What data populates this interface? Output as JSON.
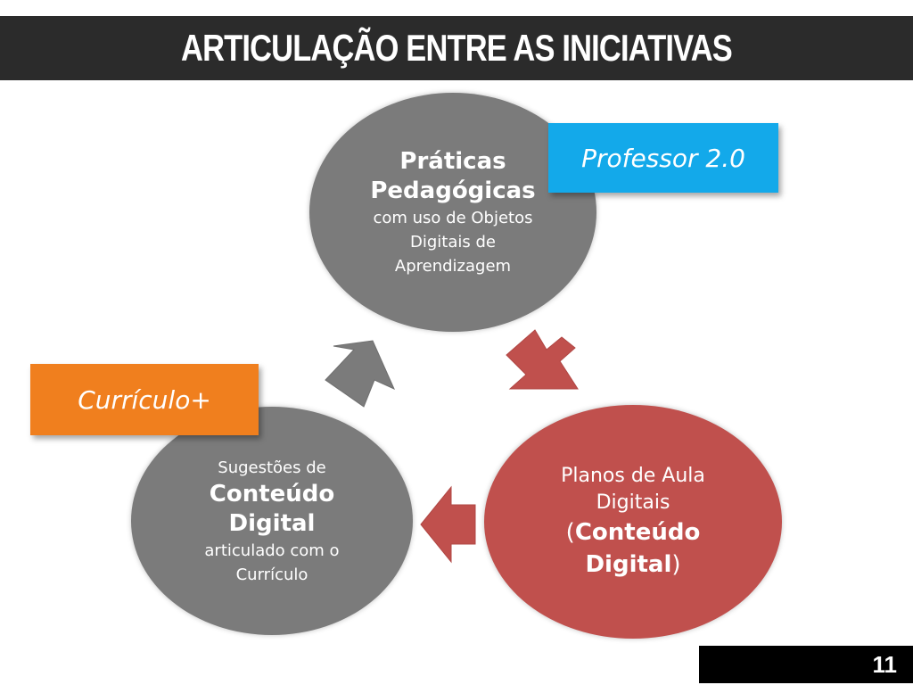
{
  "slide": {
    "title": "ARTICULAÇÃO ENTRE AS INICIATIVAS",
    "page_number": "11"
  },
  "circles": {
    "top": {
      "title_line1": "Práticas",
      "title_line2": "Pedagógicas",
      "sub_line1": "com uso de Objetos",
      "sub_line2": "Digitais de",
      "sub_line3": "Aprendizagem"
    },
    "left": {
      "sub_top": "Sugestões de",
      "title_line1": "Conteúdo",
      "title_line2": "Digital",
      "sub_line1": "articulado com o",
      "sub_line2": "Currículo"
    },
    "right": {
      "line1": "Planos de Aula",
      "line2": "Digitais",
      "paren_open": "(",
      "bold_line1": "Conteúdo",
      "bold_line2": "Digital",
      "paren_close": ")"
    }
  },
  "tags": {
    "professor": "Professor 2.0",
    "curriculo": "Currículo+"
  },
  "colors": {
    "title_bar": "#2b2b2b",
    "gray_circle": "#7b7b7b",
    "red_circle": "#c0504d",
    "blue_tag": "#13a9ea",
    "orange_tag": "#f07f1e",
    "arrow_gray": "#7b7b7b",
    "arrow_red": "#c0504d"
  }
}
